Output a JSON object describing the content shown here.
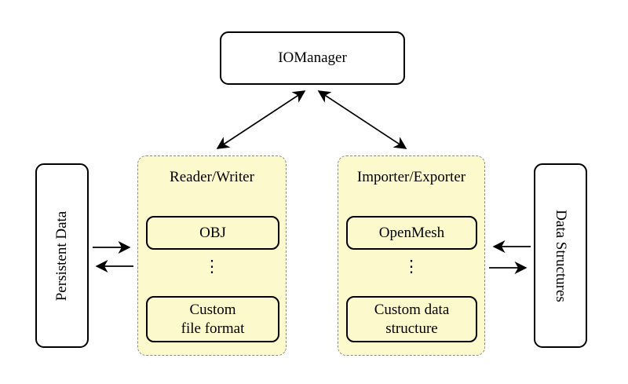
{
  "diagram": {
    "iomanager": {
      "label": "IOManager"
    },
    "persistent_data": {
      "label": "Persistent Data"
    },
    "data_structures": {
      "label": "Data Structures"
    },
    "reader_writer": {
      "title": "Reader/Writer",
      "ellipsis": "⋮",
      "items": [
        {
          "lines": [
            "OBJ"
          ]
        },
        {
          "lines": [
            "Custom",
            "file format"
          ]
        }
      ]
    },
    "importer_exporter": {
      "title": "Importer/Exporter",
      "ellipsis": "⋮",
      "items": [
        {
          "lines": [
            "OpenMesh"
          ]
        },
        {
          "lines": [
            "Custom data",
            "structure"
          ]
        }
      ]
    }
  },
  "colors": {
    "panel_fill": "#FCF9CC",
    "panel_border": "#8A8A8A",
    "box_border": "#000000",
    "arrow": "#000000",
    "background": "#FFFFFF"
  }
}
